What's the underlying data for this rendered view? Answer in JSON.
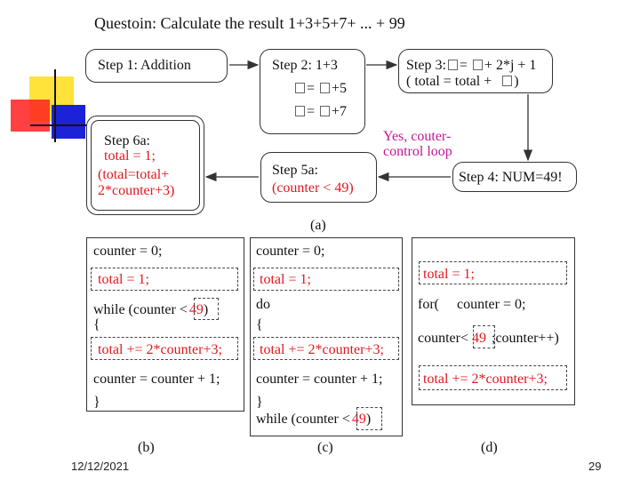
{
  "question": "Questoin: Calculate the result 1+3+5+7+ ... + 99",
  "colors": {
    "red": "#e3161c",
    "magenta": "#c0179a",
    "deco_yellow": "#ffe23a",
    "deco_blue": "#1c22d8",
    "deco_red": "#ff2020"
  },
  "flow": {
    "step1": "Step 1: Addition",
    "step2": {
      "title": "Step 2: 1+3",
      "line1": "+5",
      "line2": "+7"
    },
    "step3": {
      "l1a": "Step 3:",
      "l1b": "+ 2*j + 1",
      "l2a": "( total = total +",
      "l2b": ")"
    },
    "step4": "Step 4: NUM=49!",
    "step5a": {
      "title": "Step 5a:",
      "cond": "(counter < 49)"
    },
    "step6a": {
      "title": "Step 6a:",
      "l1": "total = 1;",
      "l2": "(total=total+",
      "l3": "2*counter+3)"
    },
    "yes_label": {
      "l1": "Yes, couter-",
      "l2": "control loop"
    },
    "eq": "="
  },
  "captions": {
    "a": "(a)",
    "b": "(b)",
    "c": "(c)",
    "d": "(d)"
  },
  "code_b": {
    "l1": "counter = 0;",
    "l2": "total = 1;",
    "l3a": "while (counter <",
    "l3b": "49",
    "l3c": ")",
    "l4": "{",
    "l5": "total += 2*counter+3;",
    "l6": "counter = counter + 1;",
    "l7": "}"
  },
  "code_c": {
    "l1": "counter = 0;",
    "l2": "total = 1;",
    "l3": "do",
    "l4": "{",
    "l5": "total += 2*counter+3;",
    "l6": "counter = counter + 1;",
    "l7": "}",
    "l8a": "while (counter <",
    "l8b": "49",
    "l8c": ")"
  },
  "code_d": {
    "l1": "total = 1;",
    "l2a": "for(",
    "l2b": "counter = 0;",
    "l3a": "counter<",
    "l3b": "49",
    "l3c": ";counter++)",
    "l4": "total += 2*counter+3;"
  },
  "footer": {
    "date": "12/12/2021",
    "page": "29"
  }
}
